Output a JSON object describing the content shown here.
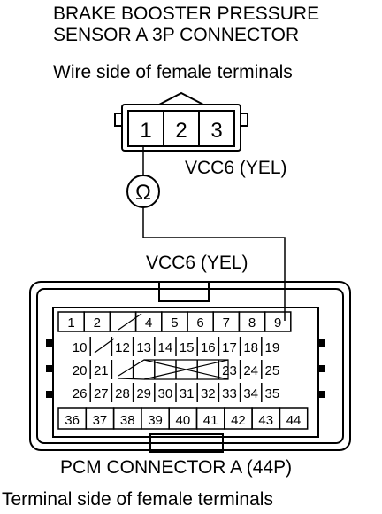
{
  "title_line1": "BRAKE BOOSTER PRESSURE",
  "title_line2": "SENSOR A 3P CONNECTOR",
  "sensor_view_label": "Wire side of female terminals",
  "sensor_pins": [
    "1",
    "2",
    "3"
  ],
  "wire_label_upper": "VCC6 (YEL)",
  "wire_label_lower": "VCC6 (YEL)",
  "meter_symbol": "Ω",
  "pcm_title": "PCM CONNECTOR A (44P)",
  "pcm_view_label": "Terminal side of female terminals",
  "pcm_rows": [
    [
      "1",
      "2",
      "",
      "4",
      "5",
      "6",
      "7",
      "8",
      "9"
    ],
    [
      "10",
      "",
      "12",
      "13",
      "14",
      "15",
      "16",
      "17",
      "18",
      "19"
    ],
    [
      "20",
      "21",
      "",
      "",
      "",
      "",
      "",
      "23",
      "24",
      "25"
    ],
    [
      "26",
      "27",
      "28",
      "29",
      "30",
      "31",
      "32",
      "33",
      "34",
      "35"
    ],
    [
      "36",
      "37",
      "38",
      "39",
      "40",
      "41",
      "42",
      "43",
      "44"
    ]
  ]
}
